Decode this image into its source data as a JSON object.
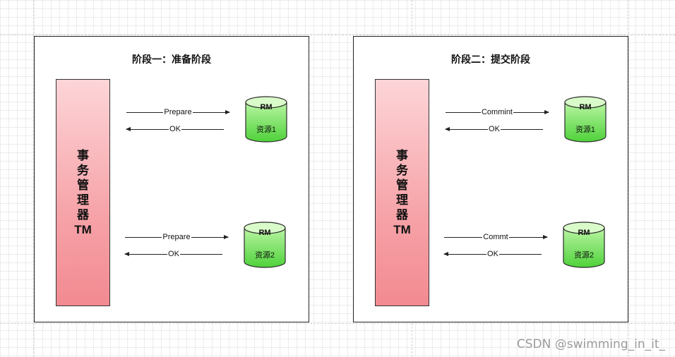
{
  "panels": [
    {
      "title": "阶段一：准备阶段",
      "tm_chars": [
        "事",
        "务",
        "管",
        "理",
        "器",
        "TM"
      ],
      "resources": [
        {
          "top_label": "RM",
          "name": "资源1",
          "request": "Prepare",
          "response": "OK"
        },
        {
          "top_label": "RM",
          "name": "资源2",
          "request": "Prepare",
          "response": "OK"
        }
      ]
    },
    {
      "title": "阶段二：提交阶段",
      "tm_chars": [
        "事",
        "务",
        "管",
        "理",
        "器",
        "TM"
      ],
      "resources": [
        {
          "top_label": "RM",
          "name": "资源1",
          "request": "Commint",
          "response": "OK"
        },
        {
          "top_label": "RM",
          "name": "资源2",
          "request": "Commt",
          "response": "OK"
        }
      ]
    }
  ],
  "watermark": "CSDN @swimming_in_it_",
  "colors": {
    "tm_top": "#fdd5d8",
    "tm_bottom": "#f28a91",
    "db_light": "#b9f5a3",
    "db_dark": "#4fd23a",
    "db_stroke": "#2a2a2a"
  }
}
